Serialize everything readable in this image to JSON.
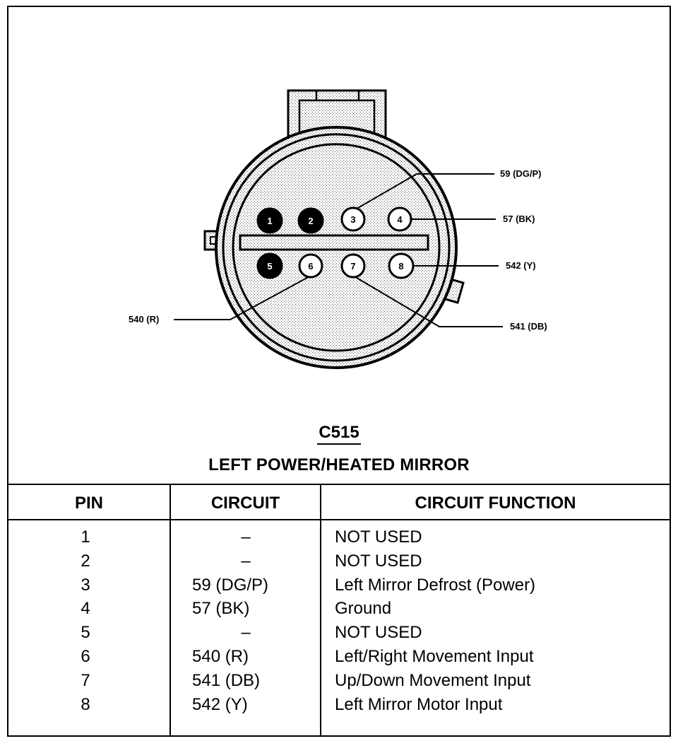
{
  "connector": {
    "id": "C515",
    "name": "LEFT POWER/HEATED MIRROR",
    "pins": [
      {
        "num": "1",
        "filled": true
      },
      {
        "num": "2",
        "filled": true
      },
      {
        "num": "3",
        "filled": false
      },
      {
        "num": "4",
        "filled": false
      },
      {
        "num": "5",
        "filled": true
      },
      {
        "num": "6",
        "filled": false
      },
      {
        "num": "7",
        "filled": false
      },
      {
        "num": "8",
        "filled": false
      }
    ],
    "callouts": {
      "pin3": "59 (DG/P)",
      "pin4": "57 (BK)",
      "pin8": "542 (Y)",
      "pin7": "541 (DB)",
      "pin6": "540 (R)"
    }
  },
  "table": {
    "headers": {
      "pin": "PIN",
      "circuit": "CIRCUIT",
      "function": "CIRCUIT FUNCTION"
    },
    "rows": [
      {
        "pin": "1",
        "circuit": "–",
        "function": "NOT USED"
      },
      {
        "pin": "2",
        "circuit": "–",
        "function": "NOT USED"
      },
      {
        "pin": "3",
        "circuit": "59 (DG/P)",
        "function": "Left Mirror Defrost (Power)"
      },
      {
        "pin": "4",
        "circuit": "57 (BK)",
        "function": "Ground"
      },
      {
        "pin": "5",
        "circuit": "–",
        "function": "NOT USED"
      },
      {
        "pin": "6",
        "circuit": "540 (R)",
        "function": "Left/Right Movement Input"
      },
      {
        "pin": "7",
        "circuit": "541 (DB)",
        "function": "Up/Down Movement Input"
      },
      {
        "pin": "8",
        "circuit": "542 (Y)",
        "function": "Left Mirror Motor Input"
      }
    ]
  }
}
